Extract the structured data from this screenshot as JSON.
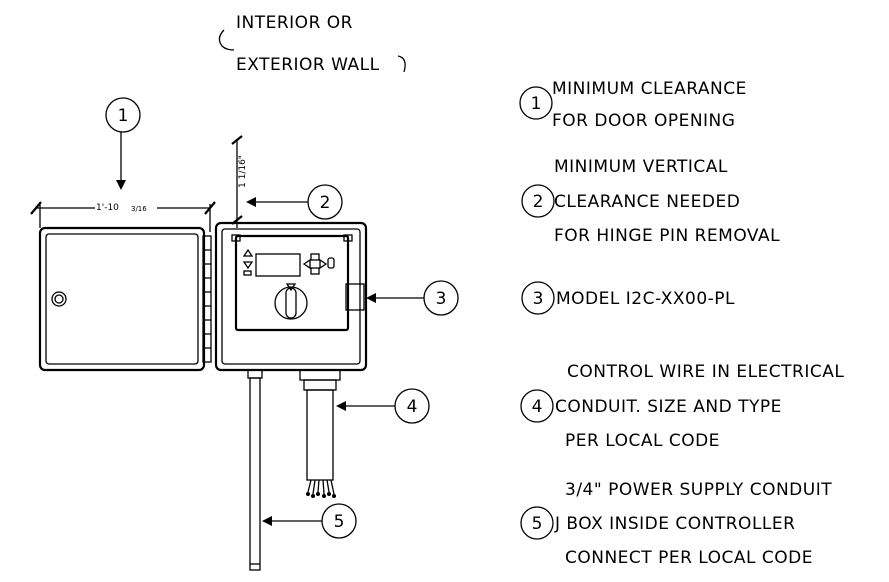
{
  "wall_label": [
    "INTERIOR OR",
    "EXTERIOR WALL"
  ],
  "dimensions": {
    "door_width": "1'-10",
    "door_width_frac": "3/16",
    "hinge_clearance": "1 1/16\""
  },
  "legend": [
    {
      "number": "1",
      "lines": [
        "MINIMUM CLEARANCE",
        "FOR DOOR OPENING"
      ]
    },
    {
      "number": "2",
      "lines": [
        "MINIMUM VERTICAL",
        "CLEARANCE NEEDED",
        "FOR HINGE PIN REMOVAL"
      ]
    },
    {
      "number": "3",
      "lines": [
        "MODEL I2C-XX00-PL"
      ]
    },
    {
      "number": "4",
      "lines": [
        "CONTROL WIRE IN ELECTRICAL",
        "CONDUIT.  SIZE AND TYPE",
        "PER LOCAL CODE"
      ]
    },
    {
      "number": "5",
      "lines": [
        "3/4\" POWER SUPPLY CONDUIT",
        "J BOX INSIDE CONTROLLER",
        "CONNECT PER LOCAL CODE"
      ]
    }
  ],
  "callouts": [
    "1",
    "2",
    "3",
    "4",
    "5"
  ]
}
